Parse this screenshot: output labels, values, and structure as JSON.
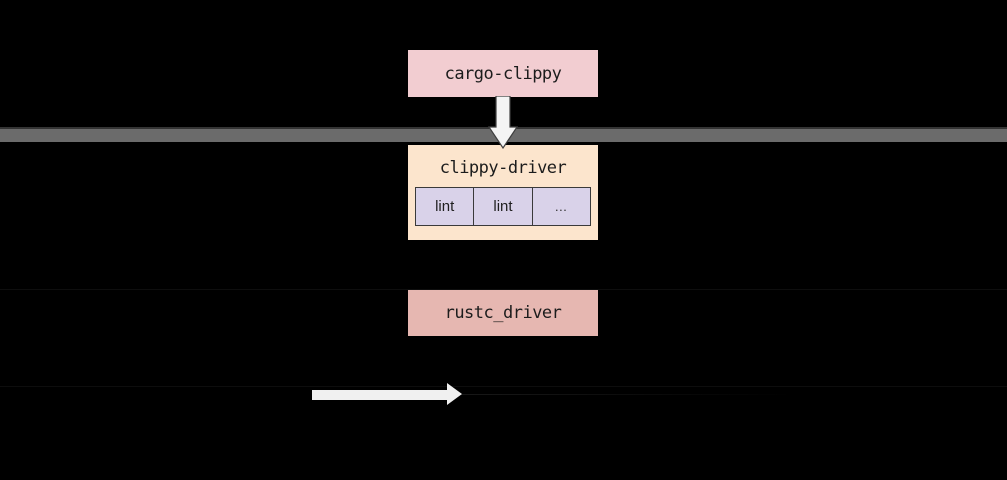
{
  "diagram": {
    "background": "#000000",
    "nodes": {
      "cargo_clippy": {
        "label": "cargo-clippy",
        "fill": "#f2cdd1"
      },
      "clippy_driver": {
        "label": "clippy-driver",
        "fill": "#fce5cd",
        "lint_fill": "#d9d2e9",
        "lints": [
          {
            "label": "lint"
          },
          {
            "label": "lint"
          },
          {
            "label": "…"
          }
        ]
      },
      "rustc_driver": {
        "label": "rustc_driver",
        "fill": "#e6b7b1"
      }
    },
    "separator_bar": {
      "color": "#6b6b6b"
    },
    "arrows": {
      "down_arrow_color": "#f4f4f4",
      "legend_arrow_color": "#f0f0f0"
    }
  }
}
